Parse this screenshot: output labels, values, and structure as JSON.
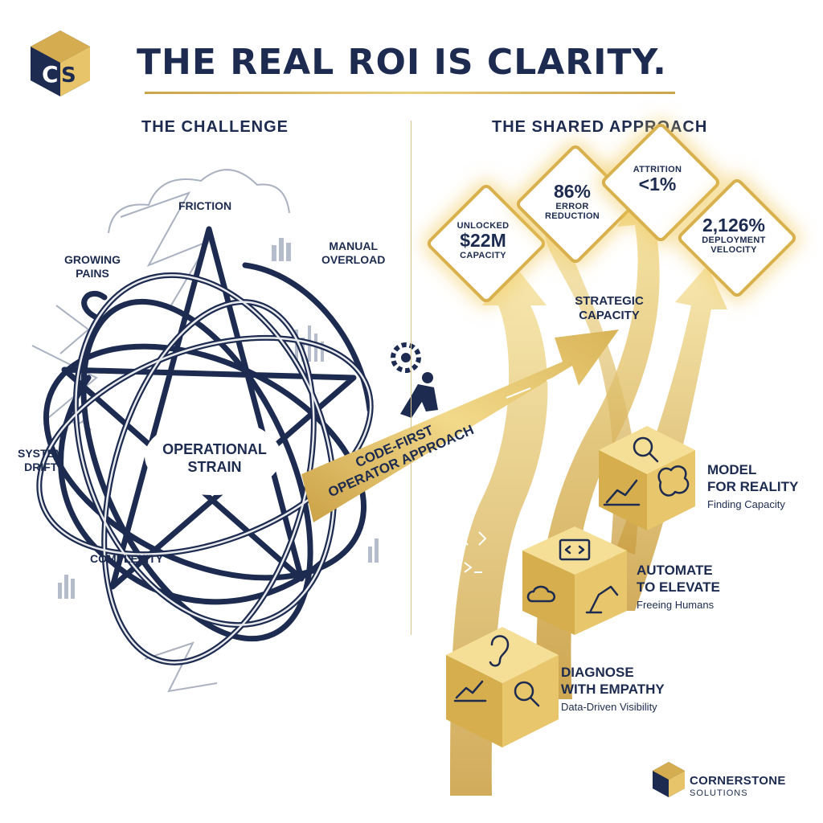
{
  "title": "THE REAL ROI IS CLARITY.",
  "logo_mark": "CS",
  "challenge": {
    "heading": "THE CHALLENGE",
    "core": "OPERATIONAL\nSTRAIN",
    "labels": {
      "friction": "FRICTION",
      "growing_pains": "GROWING\nPAINS",
      "manual_overload": "MANUAL\nOVERLOAD",
      "system_drift": "SYSTEM\nDRIFT",
      "complexity": "COMPLEXITY"
    }
  },
  "bridge": {
    "arrow_text": "CODE-FIRST\nOPERATOR APPROACH",
    "icons": [
      "person-pushing-gear-icon"
    ]
  },
  "approach": {
    "heading": "THE SHARED APPROACH",
    "strategic": "STRATEGIC\nCAPACITY",
    "metrics": [
      {
        "value": "$22M",
        "pre": "UNLOCKED",
        "post": "CAPACITY"
      },
      {
        "value": "86%",
        "pre": "",
        "post": "ERROR\nREDUCTION"
      },
      {
        "value": "<1%",
        "pre": "ATTRITION",
        "post": ""
      },
      {
        "value": "2,126%",
        "pre": "",
        "post": "DEPLOYMENT\nVELOCITY"
      }
    ],
    "steps": [
      {
        "title": "MODEL\nFOR REALITY",
        "subtitle": "Finding Capacity",
        "icons": [
          "target-magnifier-icon",
          "growth-chart-icon",
          "brain-icon"
        ]
      },
      {
        "title": "AUTOMATE\nTO ELEVATE",
        "subtitle": "Freeing Humans",
        "icons": [
          "code-window-icon",
          "cloud-code-icon",
          "robot-arm-icon"
        ]
      },
      {
        "title": "DIAGNOSE\nWITH EMPATHY",
        "subtitle": "Data-Driven Visibility",
        "icons": [
          "ear-icon",
          "chart-check-icon",
          "magnifier-icon"
        ]
      }
    ]
  },
  "brand": {
    "name": "CORNERSTONE",
    "tagline": "SOLUTIONS"
  },
  "colors": {
    "navy": "#1c2b4f",
    "gold": "#d8b04d",
    "gold_light": "#f3dc8c",
    "gray": "#9aa3b5"
  }
}
